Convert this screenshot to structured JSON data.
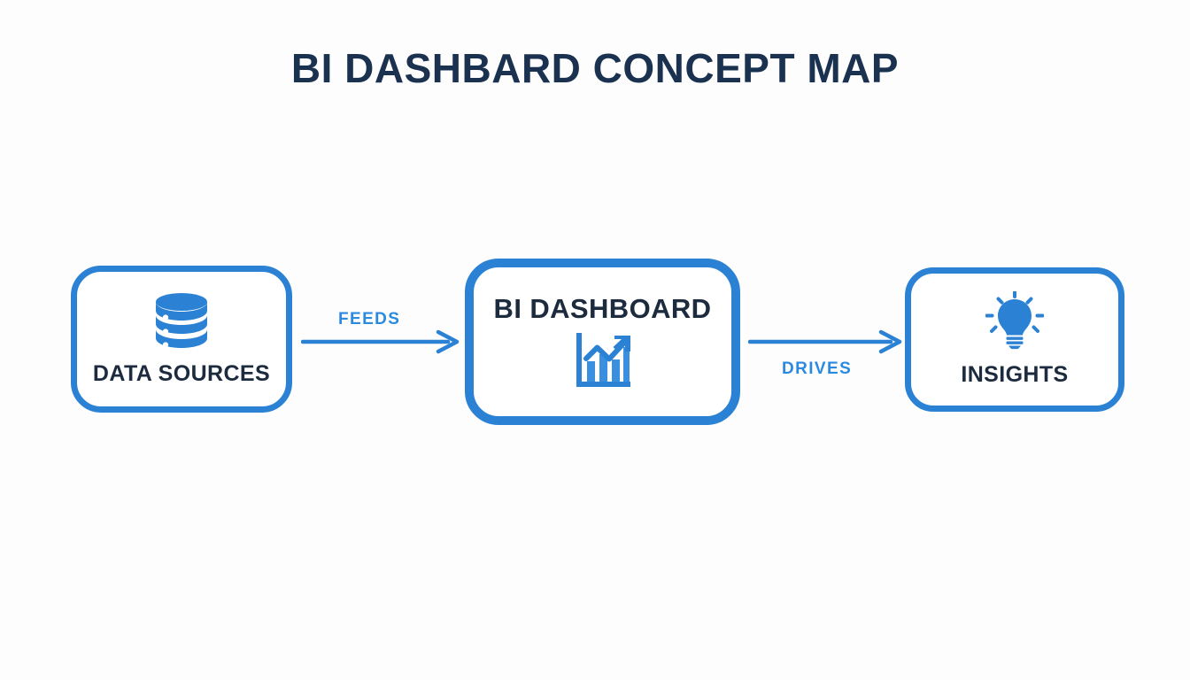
{
  "page": {
    "title": "BI DASHBARD CONCEPT MAP",
    "background_color": "#fdfdfd",
    "title_color": "#1b3150",
    "accent_color": "#2b82d4",
    "label_color": "#1d2b3e",
    "connector_label_color": "#2b8ae0"
  },
  "diagram_data": {
    "type": "concept-map",
    "orientation": "left-to-right",
    "nodes": [
      {
        "id": "data-sources",
        "label": "DATA SOURCES",
        "icon": "database-icon",
        "label_position": "below-icon",
        "emphasis": "normal"
      },
      {
        "id": "bi-dashboard",
        "label": "BI DASHBOARD",
        "icon": "bar-chart-trend-icon",
        "label_position": "above-icon",
        "emphasis": "primary"
      },
      {
        "id": "insights",
        "label": "INSIGHTS",
        "icon": "lightbulb-icon",
        "label_position": "below-icon",
        "emphasis": "normal"
      }
    ],
    "edges": [
      {
        "id": "feeds",
        "label": "FEEDS",
        "from": "data-sources",
        "to": "bi-dashboard",
        "label_position": "above-arrow",
        "arrow": "right"
      },
      {
        "id": "drives",
        "label": "DRIVES",
        "from": "bi-dashboard",
        "to": "insights",
        "label_position": "below-arrow",
        "arrow": "right"
      }
    ]
  }
}
